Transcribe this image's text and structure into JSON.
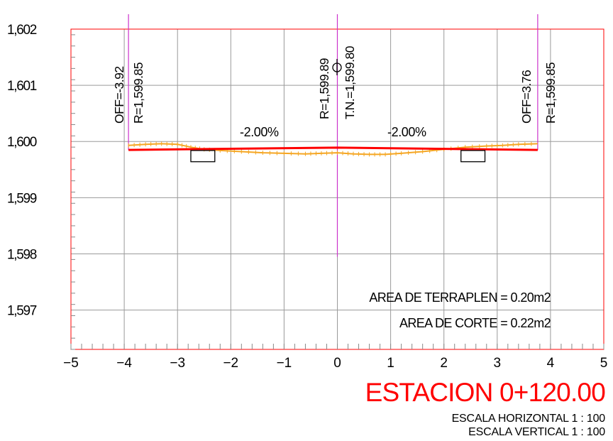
{
  "chart_data": {
    "type": "line",
    "title": "ESTACION 0+120.00",
    "xlim": [
      -5,
      5
    ],
    "ylim": [
      1596.3,
      1602
    ],
    "x_ticks": [
      -5,
      -4,
      -3,
      -2,
      -1,
      0,
      1,
      2,
      3,
      4,
      5
    ],
    "x_tick_labels": [
      "−5",
      "−4",
      "−3",
      "−2",
      "−1",
      "0",
      "1",
      "2",
      "3",
      "4",
      "5"
    ],
    "y_ticks": [
      1597,
      1598,
      1599,
      1600,
      1601,
      1602
    ],
    "y_tick_labels": [
      "1,597",
      "1,598",
      "1,599",
      "1,600",
      "1,601",
      "1,602"
    ],
    "grid": true,
    "series": [
      {
        "color": "#ff0000",
        "x": [
          -3.92,
          0,
          3.76
        ],
        "y": [
          1599.85,
          1599.89,
          1599.85
        ]
      },
      {
        "color": "#f5a623",
        "x": [
          -3.92,
          -3.6,
          -3.3,
          -3.0,
          -2.75,
          -2.5,
          -2.2,
          -1.8,
          -1.4,
          -1.0,
          -0.6,
          -0.3,
          0,
          0.3,
          0.6,
          0.9,
          1.2,
          1.6,
          2.0,
          2.4,
          2.8,
          3.1,
          3.4,
          3.76
        ],
        "y": [
          1599.93,
          1599.95,
          1599.96,
          1599.95,
          1599.9,
          1599.86,
          1599.84,
          1599.82,
          1599.8,
          1599.79,
          1599.78,
          1599.79,
          1599.8,
          1599.78,
          1599.77,
          1599.77,
          1599.79,
          1599.82,
          1599.86,
          1599.9,
          1599.92,
          1599.93,
          1599.95,
          1599.96
        ]
      }
    ],
    "offset_lines": [
      {
        "x": -3.92,
        "color": "#cc33cc"
      },
      {
        "x": 0,
        "color": "#cc33cc"
      },
      {
        "x": 3.76,
        "color": "#cc33cc"
      }
    ],
    "ditches": [
      {
        "x_start": -2.75,
        "x_end": -2.3,
        "y_top": 1599.84,
        "y_bottom": 1599.64
      },
      {
        "x_start": 2.32,
        "x_end": 2.77,
        "y_top": 1599.84,
        "y_bottom": 1599.64
      }
    ],
    "annotations": {
      "left_offset": "OFF=-3.92",
      "left_rasante": "R=1,599.85",
      "center_rasante": "R=1,599.89",
      "center_tn": "T.N.=1,599.80",
      "right_offset": "OFF=3.76",
      "right_rasante": "R=1,599.85",
      "slope_left": "-2.00%",
      "slope_right": "-2.00%",
      "area_fill": "AREA DE TERRAPLEN = 0.20m2",
      "area_cut": "AREA DE CORTE = 0.22m2"
    },
    "scale_horizontal": "ESCALA HORIZONTAL 1 : 100",
    "scale_vertical": "ESCALA VERTICAL 1 : 100"
  }
}
